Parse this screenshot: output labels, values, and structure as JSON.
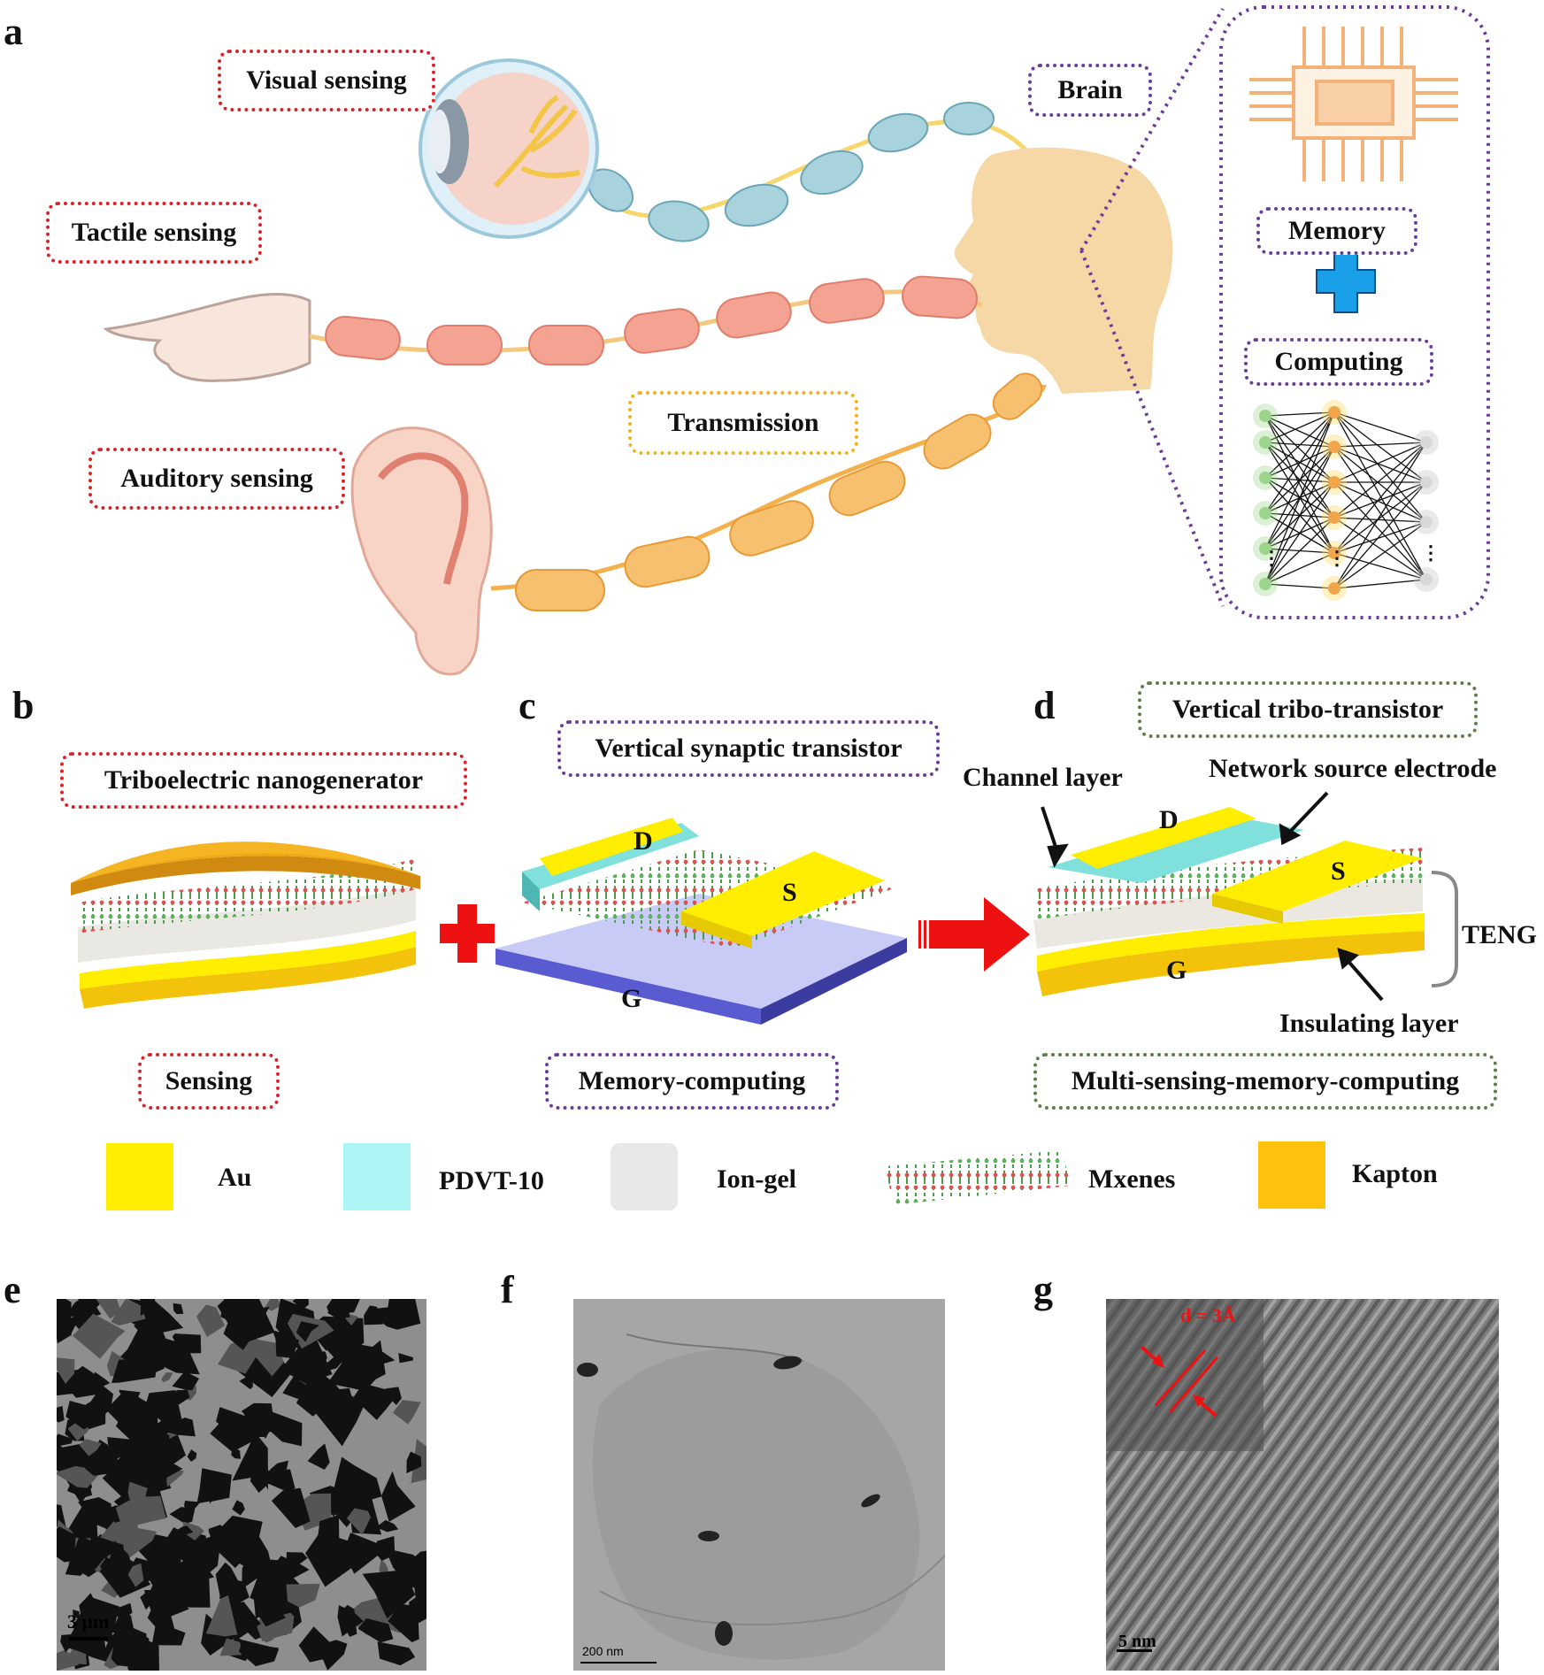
{
  "panel_labels": {
    "a": "a",
    "b": "b",
    "c": "c",
    "d": "d",
    "e": "e",
    "f": "f",
    "g": "g"
  },
  "panel_a": {
    "visual": "Visual sensing",
    "tactile": "Tactile sensing",
    "auditory": "Auditory sensing",
    "transmission": "Transmission",
    "brain": "Brain",
    "memory": "Memory",
    "computing": "Computing",
    "dots": "⋮"
  },
  "panel_b": {
    "title": "Triboelectric nanogenerator",
    "caption": "Sensing"
  },
  "panel_c": {
    "title": "Vertical synaptic transistor",
    "caption": "Memory-computing",
    "d": "D",
    "s": "S",
    "g": "G"
  },
  "panel_d": {
    "title": "Vertical tribo-transistor",
    "caption": "Multi-sensing-memory-computing",
    "channel_layer": "Channel layer",
    "network_source": "Network source electrode",
    "insulating": "Insulating layer",
    "teng": "TENG",
    "d": "D",
    "s": "S",
    "g": "G"
  },
  "legend": [
    {
      "label": "Au",
      "color": "#ffee00"
    },
    {
      "label": "PDVT-10",
      "color": "#aef6f6"
    },
    {
      "label": "Ion-gel",
      "color": "#e8e8e8"
    },
    {
      "label": "Mxenes",
      "color": "#6cbf6c"
    },
    {
      "label": "Kapton",
      "color": "#ffc20e"
    }
  ],
  "micrographs": {
    "e_scale": "3 μm",
    "f_scale": "200 nm",
    "g_scale": "5 nm",
    "g_inset": "d = 3Å"
  },
  "colors": {
    "red_border": "#d7262b",
    "purple_border": "#6a3d98",
    "yellow_border": "#f2b21f",
    "green_border": "#5f7f4a",
    "au": "#ffee00",
    "kapton": "#f0a818",
    "pdvt": "#7fe0dc",
    "gate_blue": "#5a5bd0",
    "cross_blue": "#1aa0e8",
    "red_arrow": "#ee1111"
  }
}
